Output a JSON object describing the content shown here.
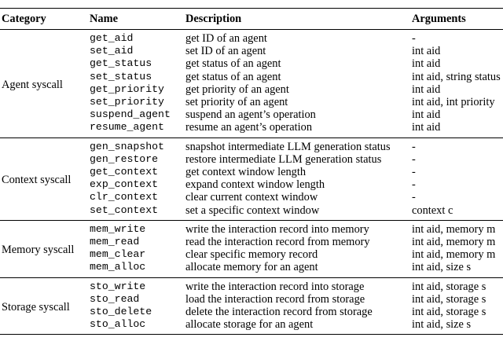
{
  "header": {
    "category": "Category",
    "name": "Name",
    "description": "Description",
    "arguments": "Arguments"
  },
  "groups": [
    {
      "category": "Agent syscall",
      "rows": [
        {
          "name": "get_aid",
          "description": "get ID of an agent",
          "arguments": "-"
        },
        {
          "name": "set_aid",
          "description": "set ID of an agent",
          "arguments": "int aid"
        },
        {
          "name": "get_status",
          "description": "get status of an agent",
          "arguments": "int aid"
        },
        {
          "name": "set_status",
          "description": "get status of an agent",
          "arguments": "int aid, string status"
        },
        {
          "name": "get_priority",
          "description": "get priority of an agent",
          "arguments": "int aid"
        },
        {
          "name": "set_priority",
          "description": "set priority of an agent",
          "arguments": "int aid, int priority"
        },
        {
          "name": "suspend_agent",
          "description": "suspend an agent’s operation",
          "arguments": "int aid"
        },
        {
          "name": "resume_agent",
          "description": "resume an agent’s operation",
          "arguments": "int aid"
        }
      ]
    },
    {
      "category": "Context syscall",
      "rows": [
        {
          "name": "gen_snapshot",
          "description": "snapshot intermediate LLM generation status",
          "arguments": "-"
        },
        {
          "name": "gen_restore",
          "description": "restore intermediate LLM generation status",
          "arguments": "-"
        },
        {
          "name": "get_context",
          "description": "get context window length",
          "arguments": "-"
        },
        {
          "name": "exp_context",
          "description": "expand context window length",
          "arguments": "-"
        },
        {
          "name": "clr_context",
          "description": "clear current context window",
          "arguments": "-"
        },
        {
          "name": "set_context",
          "description": "set a specific context window",
          "arguments": "context c"
        }
      ]
    },
    {
      "category": "Memory syscall",
      "rows": [
        {
          "name": "mem_write",
          "description": "write the interaction record into memory",
          "arguments": "int aid, memory m"
        },
        {
          "name": "mem_read",
          "description": "read the interaction record from memory",
          "arguments": "int aid, memory m"
        },
        {
          "name": "mem_clear",
          "description": "clear specific memory record",
          "arguments": "int aid, memory m"
        },
        {
          "name": "mem_alloc",
          "description": "allocate memory for an agent",
          "arguments": "int aid, size s"
        }
      ]
    },
    {
      "category": "Storage syscall",
      "rows": [
        {
          "name": "sto_write",
          "description": "write the interaction record into storage",
          "arguments": "int aid, storage s"
        },
        {
          "name": "sto_read",
          "description": "load the interaction record from storage",
          "arguments": "int aid, storage s"
        },
        {
          "name": "sto_delete",
          "description": "delete the interaction record from storage",
          "arguments": "int aid, storage s"
        },
        {
          "name": "sto_alloc",
          "description": "allocate storage for an agent",
          "arguments": "int aid, size s"
        }
      ]
    }
  ]
}
